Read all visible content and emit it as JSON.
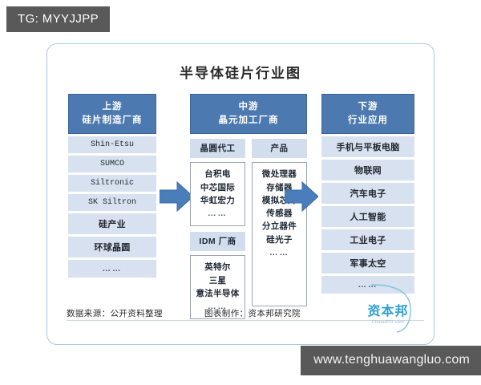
{
  "watermark": {
    "tg_badge": "TG: MYYJJPP",
    "url_banner": "www.tenghuawangluo.com"
  },
  "card": {
    "title": "半导体硅片行业图"
  },
  "columns": {
    "upstream": {
      "head_line1": "上游",
      "head_line2": "硅片制造厂商",
      "items": [
        "Shin-Etsu",
        "SUMCO",
        "Siltronic",
        "SK Siltron",
        "硅产业",
        "环球晶圆",
        "……"
      ]
    },
    "midstream": {
      "head_line1": "中游",
      "head_line2": "晶元加工厂商",
      "foundry": {
        "head": "晶圆代工",
        "items": [
          "台积电",
          "中芯国际",
          "华虹宏力",
          "……"
        ],
        "idm_head": "IDM 厂商",
        "idm_items": [
          "英特尔",
          "三星",
          "意法半导体",
          "……"
        ]
      },
      "products": {
        "head": "产品",
        "items": [
          "微处理器",
          "存储器",
          "模拟芯片",
          "传感器",
          "分立器件",
          "硅光子",
          "……"
        ]
      }
    },
    "downstream": {
      "head_line1": "下游",
      "head_line2": "行业应用",
      "items": [
        "手机与平板电脑",
        "物联网",
        "汽车电子",
        "人工智能",
        "工业电子",
        "军事太空",
        "……"
      ]
    }
  },
  "footer": {
    "source": "数据来源：公开资料整理",
    "maker": "图表制作：资本邦研究院",
    "logo_name": "资本邦",
    "logo_sub": "ChinaIPO.com"
  },
  "colors": {
    "header_blue": "#4c79b0",
    "row_blue": "#d7e1ef",
    "subhead_blue": "#d2dded",
    "arrow_blue": "#4a7ebb",
    "card_border": "#a9cbe4",
    "badge_gray": "#595959",
    "logo_blue": "#2f9fd0"
  }
}
